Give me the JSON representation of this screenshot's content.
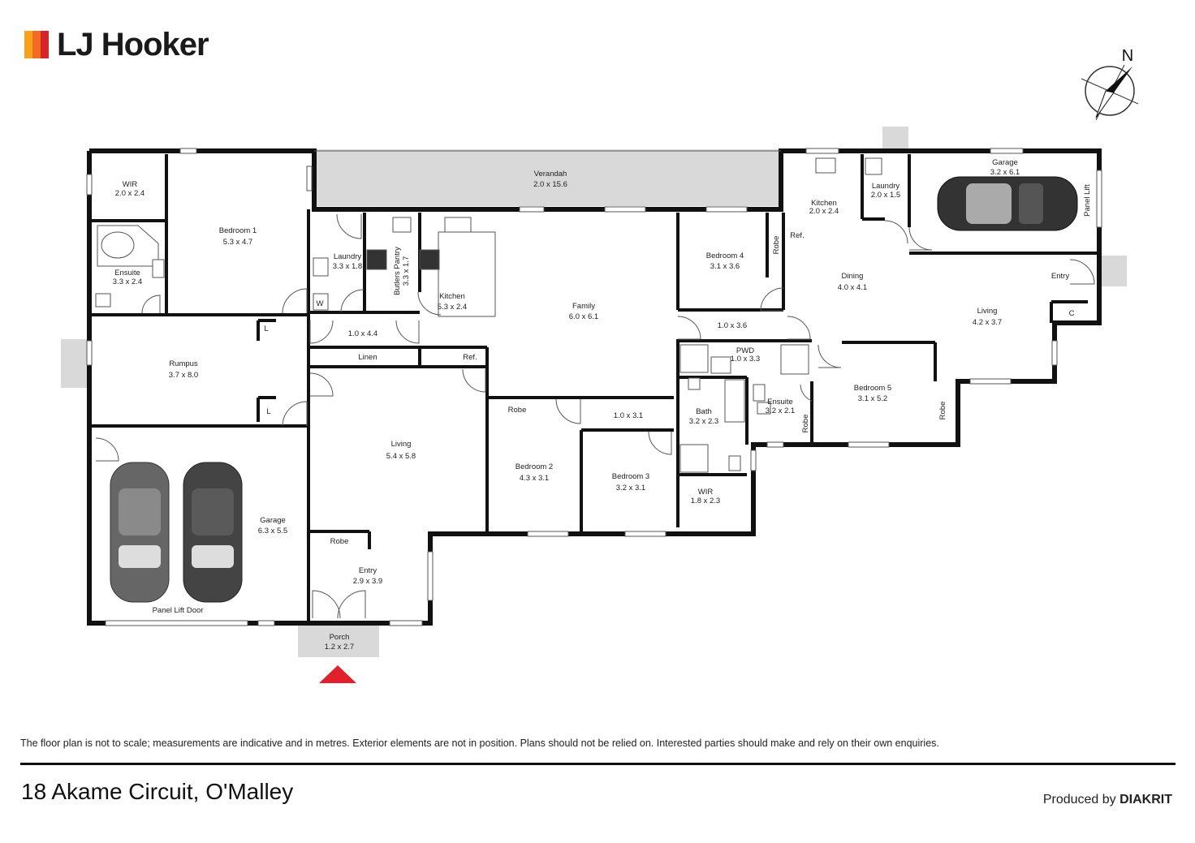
{
  "brand": {
    "name": "LJ Hooker",
    "bar_colors": [
      "#f6a21c",
      "#f26b21",
      "#d6242b"
    ]
  },
  "compass": {
    "north_label": "N"
  },
  "rooms": {
    "wir1": {
      "name": "WIR",
      "dims": "2.0 x 2.4"
    },
    "bedroom1": {
      "name": "Bedroom 1",
      "dims": "5.3 x 4.7"
    },
    "ensuite1": {
      "name": "Ensuite",
      "dims": "3.3 x 2.4"
    },
    "verandah": {
      "name": "Verandah",
      "dims": "2.0 x 15.6"
    },
    "laundry1": {
      "name": "Laundry",
      "dims": "3.3 x 1.8"
    },
    "butlers": {
      "name": "Butlers Pantry",
      "dims": "3.3 x 1.7"
    },
    "kitchen1": {
      "name": "Kitchen",
      "dims": "5.3 x 2.4"
    },
    "family": {
      "name": "Family",
      "dims": "6.0 x 6.1"
    },
    "bedroom4": {
      "name": "Bedroom 4",
      "dims": "3.1 x 3.6"
    },
    "hall1": {
      "name": "",
      "dims": "1.0 x 3.6"
    },
    "pwd": {
      "name": "PWD",
      "dims": "1.0 x 3.3"
    },
    "kitchen2": {
      "name": "Kitchen",
      "dims": "2.0 x 2.4"
    },
    "laundry2": {
      "name": "Laundry",
      "dims": "2.0 x 1.5"
    },
    "garage2": {
      "name": "Garage",
      "dims": "3.2 x 6.1"
    },
    "dining": {
      "name": "Dining",
      "dims": "4.0 x 4.1"
    },
    "living2": {
      "name": "Living",
      "dims": "4.2 x 3.7"
    },
    "rumpus": {
      "name": "Rumpus",
      "dims": "3.7 x 8.0"
    },
    "hall2": {
      "name": "",
      "dims": "1.0 x 4.4"
    },
    "living1": {
      "name": "Living",
      "dims": "5.4 x 5.8"
    },
    "bath": {
      "name": "Bath",
      "dims": "3.2 x 2.3"
    },
    "ensuite2": {
      "name": "Ensuite",
      "dims": "3.2 x 2.1"
    },
    "bedroom5": {
      "name": "Bedroom 5",
      "dims": "3.1 x 5.2"
    },
    "hall3": {
      "name": "",
      "dims": "1.0 x 3.1"
    },
    "bedroom2": {
      "name": "Bedroom 2",
      "dims": "4.3 x 3.1"
    },
    "bedroom3": {
      "name": "Bedroom 3",
      "dims": "3.2 x 3.1"
    },
    "wir2": {
      "name": "WIR",
      "dims": "1.8 x 2.3"
    },
    "garage1": {
      "name": "Garage",
      "dims": "6.3 x 5.5"
    },
    "entry1": {
      "name": "Entry",
      "dims": "2.9 x 3.9"
    },
    "porch": {
      "name": "Porch",
      "dims": "1.2 x 2.7"
    }
  },
  "labels": {
    "linen": "Linen",
    "ref1": "Ref.",
    "ref2": "Ref.",
    "w": "W",
    "l1": "L",
    "l2": "L",
    "robe_b4": "Robe",
    "robe_b2": "Robe",
    "robe_entry": "Robe",
    "robe_b5a": "Robe",
    "robe_b5b": "Robe",
    "entry2": "Entry",
    "c": "C",
    "panel_lift": "Panel Lift",
    "panel_lift_door": "Panel Lift Door"
  },
  "footer": {
    "disclaimer": "The floor plan is not to scale; measurements are indicative and in metres. Exterior elements are not in position. Plans should not be relied on. Interested parties should make and rely on their own enquiries.",
    "address": "18 Akame Circuit, O'Malley",
    "produced_by": "Produced by",
    "producer": "DIAKRIT"
  },
  "colors": {
    "wall": "#111111",
    "fill_grey": "#d9d9d9",
    "marker_red": "#e0202a"
  }
}
